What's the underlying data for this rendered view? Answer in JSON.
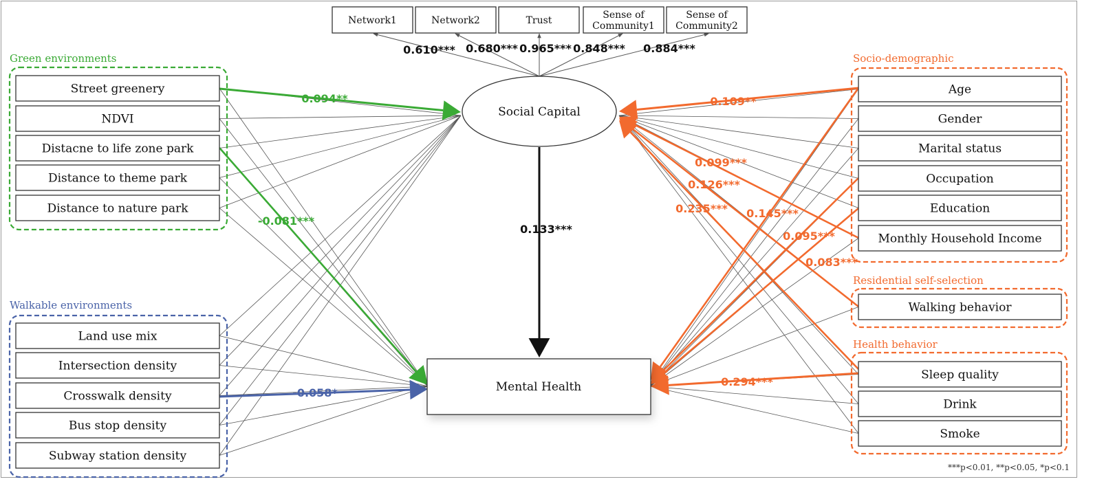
{
  "colors": {
    "green": "#3aaa35",
    "blue": "#4a63a8",
    "orange": "#f26a2e",
    "black": "#111111",
    "thin": "#555555"
  },
  "groups": {
    "green": "Green environments",
    "walk": "Walkable environments",
    "socio": "Socio-demographic",
    "self": "Residential self-selection",
    "health": "Health behavior"
  },
  "green_vars": [
    "Street greenery",
    "NDVI",
    "Distacne to life zone park",
    "Distance to theme park",
    "Distance to nature park"
  ],
  "walk_vars": [
    "Land use mix",
    "Intersection density",
    "Crosswalk density",
    "Bus stop density",
    "Subway station density"
  ],
  "socio_vars": [
    "Age",
    "Gender",
    "Marital status",
    "Occupation",
    "Education",
    "Monthly Household Income"
  ],
  "self_vars": [
    "Walking behavior"
  ],
  "health_vars": [
    "Sleep quality",
    "Drink",
    "Smoke"
  ],
  "social_capital": "Social Capital",
  "mental_health": "Mental Health",
  "indicators": [
    {
      "label": [
        "Network1"
      ],
      "loading": "0.610***"
    },
    {
      "label": [
        "Network2"
      ],
      "loading": "0.680***"
    },
    {
      "label": [
        "Trust"
      ],
      "loading": "0.965***"
    },
    {
      "label": [
        "Sense of",
        "Community1"
      ],
      "loading": "0.848***"
    },
    {
      "label": [
        "Sense of",
        "Community2"
      ],
      "loading": "0.884***"
    }
  ],
  "paths": {
    "sc_to_mh": "0.133***",
    "street_greenery_sc": "0.094**",
    "life_zone_park_mh": "-0.081***",
    "crosswalk_mh": "-0.058*",
    "age_sc": "0.109**",
    "marital_sc": "0.099***",
    "occupation_sc": "0.126***",
    "walking_sc": "0.235***",
    "age_mh": "0.145***",
    "occupation_mh": "0.095***",
    "income_mh": "0.083***",
    "sleep_mh": "0.294***"
  },
  "note": "***p<0.01, **p<0.05, *p<0.1"
}
